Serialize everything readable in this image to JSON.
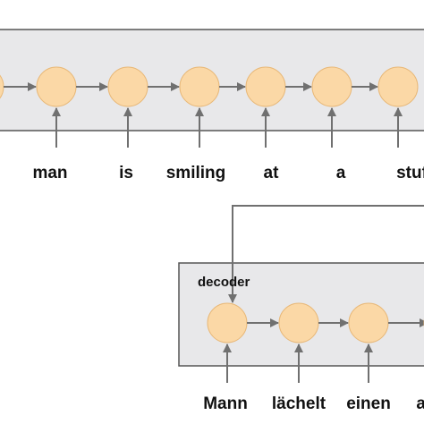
{
  "encoder": {
    "tokens": [
      "man",
      "is",
      "smiling",
      "at",
      "a",
      "stuffe"
    ]
  },
  "decoder": {
    "label": "decoder",
    "tokens": [
      "Mann",
      "lächelt",
      "einen",
      "a"
    ]
  },
  "colors": {
    "panel_fill": "#e8e8ea",
    "panel_stroke": "#555555",
    "node_fill": "#fbd8a6",
    "node_stroke": "#e8b878",
    "arrow": "#707070",
    "text": "#111111"
  }
}
